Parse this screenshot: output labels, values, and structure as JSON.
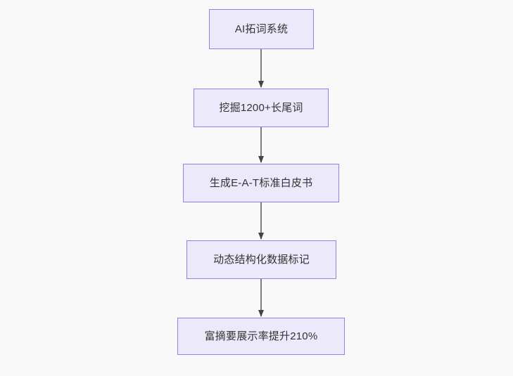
{
  "diagram": {
    "type": "flowchart",
    "direction": "top-to-bottom",
    "background_color": "#faf9fa",
    "node_fill_color": "#ece9fb",
    "node_border_color": "#9f7aea",
    "node_text_color": "#333333",
    "edge_color": "#7d7d7d",
    "nodes": [
      {
        "id": "n1",
        "label": "AI拓词系统"
      },
      {
        "id": "n2",
        "label": "挖掘1200+长尾词"
      },
      {
        "id": "n3",
        "label": "生成E-A-T标准白皮书"
      },
      {
        "id": "n4",
        "label": "动态结构化数据标记"
      },
      {
        "id": "n5",
        "label": "富摘要展示率提升210%"
      }
    ],
    "edges": [
      {
        "from": "n1",
        "to": "n2",
        "label": ""
      },
      {
        "from": "n2",
        "to": "n3",
        "label": ""
      },
      {
        "from": "n3",
        "to": "n4",
        "label": ""
      },
      {
        "from": "n4",
        "to": "n5",
        "label": ""
      }
    ]
  }
}
